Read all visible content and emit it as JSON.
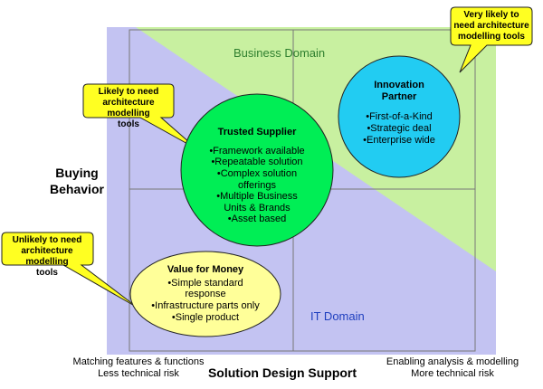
{
  "colors": {
    "it_domain": "#c3c3f2",
    "business_domain": "#c8f0a0",
    "green_bubble": "#00ee55",
    "cyan_bubble": "#22ccf2",
    "yellow_bubble": "#ffff99",
    "callout": "#ffff22"
  },
  "axes": {
    "y_label_line1": "Buying",
    "y_label_line2": "Behavior",
    "x_title": "Solution Design Support",
    "x_left_line1": "Matching features & functions",
    "x_left_line2": "Less technical risk",
    "x_right_line1": "Enabling analysis & modelling",
    "x_right_line2": "More technical risk"
  },
  "domains": {
    "business": "Business Domain",
    "it": "IT Domain"
  },
  "bubbles": {
    "trusted_supplier": {
      "title": "Trusted Supplier",
      "items": [
        "•Framework available",
        "•Repeatable solution",
        "•Complex solution",
        "offerings",
        "•Multiple Business",
        "Units & Brands",
        "•Asset based"
      ]
    },
    "innovation_partner": {
      "title_line1": "Innovation",
      "title_line2": "Partner",
      "items": [
        "•First-of-a-Kind",
        "•Strategic deal",
        "•Enterprise wide"
      ]
    },
    "value_for_money": {
      "title": "Value for Money",
      "items": [
        "•Simple standard",
        "response",
        "•Infrastructure parts only",
        "•Single product"
      ]
    }
  },
  "callouts": {
    "very_likely": [
      "Very likely to",
      "need architecture",
      "modelling tools"
    ],
    "likely": [
      "Likely to need",
      "architecture modelling",
      "tools"
    ],
    "unlikely": [
      "Unlikely to need",
      "architecture modelling",
      "tools"
    ]
  }
}
